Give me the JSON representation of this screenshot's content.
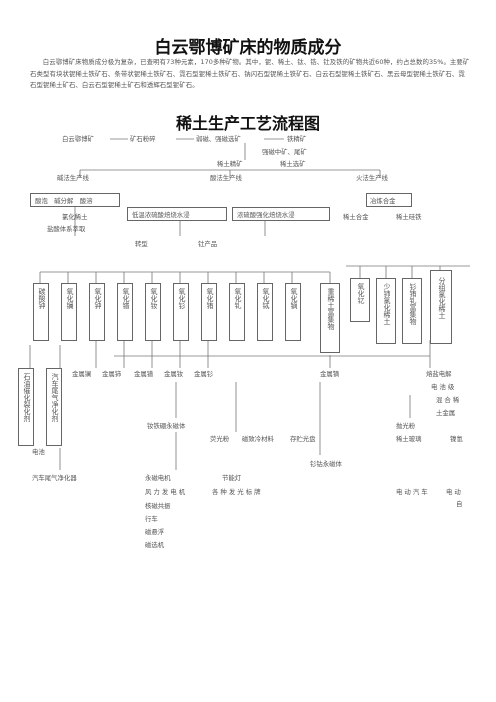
{
  "title": "白云鄂博矿床的物质成分",
  "intro": "白云鄂博矿床物质成分极为复杂，已查明有73种元素，170多种矿物。其中，铌、稀土、钛、锆、钍及铁的矿物共近60种，约占总数的35%。主要矿石类型有块状铌稀土铁矿石、条带状铌稀土铁矿石、霓石型铌稀土铁矿石、钠闪石型铌稀土铁矿石、白云石型铌稀土铁矿石、黑云母型铌稀土铁矿石、霓石型铌稀土矿石、白云石型铌稀土矿石和透辉石型铌矿石。",
  "flow_title": "稀土生产工艺流程图",
  "top_flow": {
    "ore": "白云鄂博矿",
    "ore_powder": "矿石粉碎",
    "separation": "弱磁、强磁选矿",
    "iron_concentrate": "铁精矿",
    "rare_earth_middling": "强磁中矿、尾矿",
    "rare_earth_concentrate": "稀土精矿",
    "rare_earth_concentrate_2": "稀土选矿"
  },
  "methods": {
    "alkali": "碱法生产线",
    "acid": "酸法生产线",
    "fire": "火法生产线"
  },
  "process_boxes": {
    "alkali_box": "酸泡　碱分解　酸溶",
    "acid_low": "低温浓硫酸焙烧水浸",
    "acid_high": "浓硫酸强化焙烧水浸",
    "smelt": "冶炼合金"
  },
  "intermediate": {
    "chloride": "氯化稀土",
    "extraction": "盐酸体系萃取",
    "transform": "转型",
    "fluoride": "钍产品",
    "re_alloy": "稀土合金",
    "re_si_iron": "稀土硅铁"
  },
  "compounds": [
    "碳酸钟",
    "氧化镧",
    "氧化钟",
    "氧化镨",
    "氧化钕",
    "氧化钐",
    "氧化铕",
    "氧化钆",
    "氧化铽",
    "氧化镝"
  ],
  "right_compounds": {
    "enriched": "重稀土富集物",
    "ox_y": "氧化钇",
    "low_oxide": "少铈氯化稀土",
    "enriched2": "钐铕钆富集物",
    "separated": "分组氯化稀土"
  },
  "metals_row": {
    "metal_la": "金属镧",
    "metal_ce": "金属铈",
    "metal_pr": "金属镨",
    "metal_nd": "金属钕",
    "metal_sm": "金属钐",
    "metal_dy": "金属镝",
    "electrolysis": "熔盐电解",
    "battery_grade": "电 池 级",
    "mixed": "混 合 稀",
    "earth_metal": "土金属"
  },
  "catalysts": {
    "petroleum": "石油催化裂化剂",
    "auto": "汽车尾气净化剂",
    "battery": "电池"
  },
  "materials": {
    "ndfeb": "钕铁硼永磁体",
    "phosphor": "荧光粉",
    "magnetic_fridge": "磁致冷材料",
    "storage": "存贮光盘",
    "smco": "钐钴永磁体",
    "polish": "抛光粉",
    "re_glass": "稀土玻璃",
    "nih": "镍氢"
  },
  "applications": {
    "auto_purifier": "汽车尾气净化器",
    "permanent_motor": "永磁电机",
    "wind_gen": "风 力 发 电 机",
    "mri": "核磁共振",
    "train": "行车",
    "maglev": "磁悬浮",
    "mag_separator": "磁选机",
    "energy_lamp": "节能灯",
    "displays": "各 种 发 光 标 牌",
    "ev": "电 动 汽 车",
    "ebike": "电 动",
    "bike": "自"
  }
}
